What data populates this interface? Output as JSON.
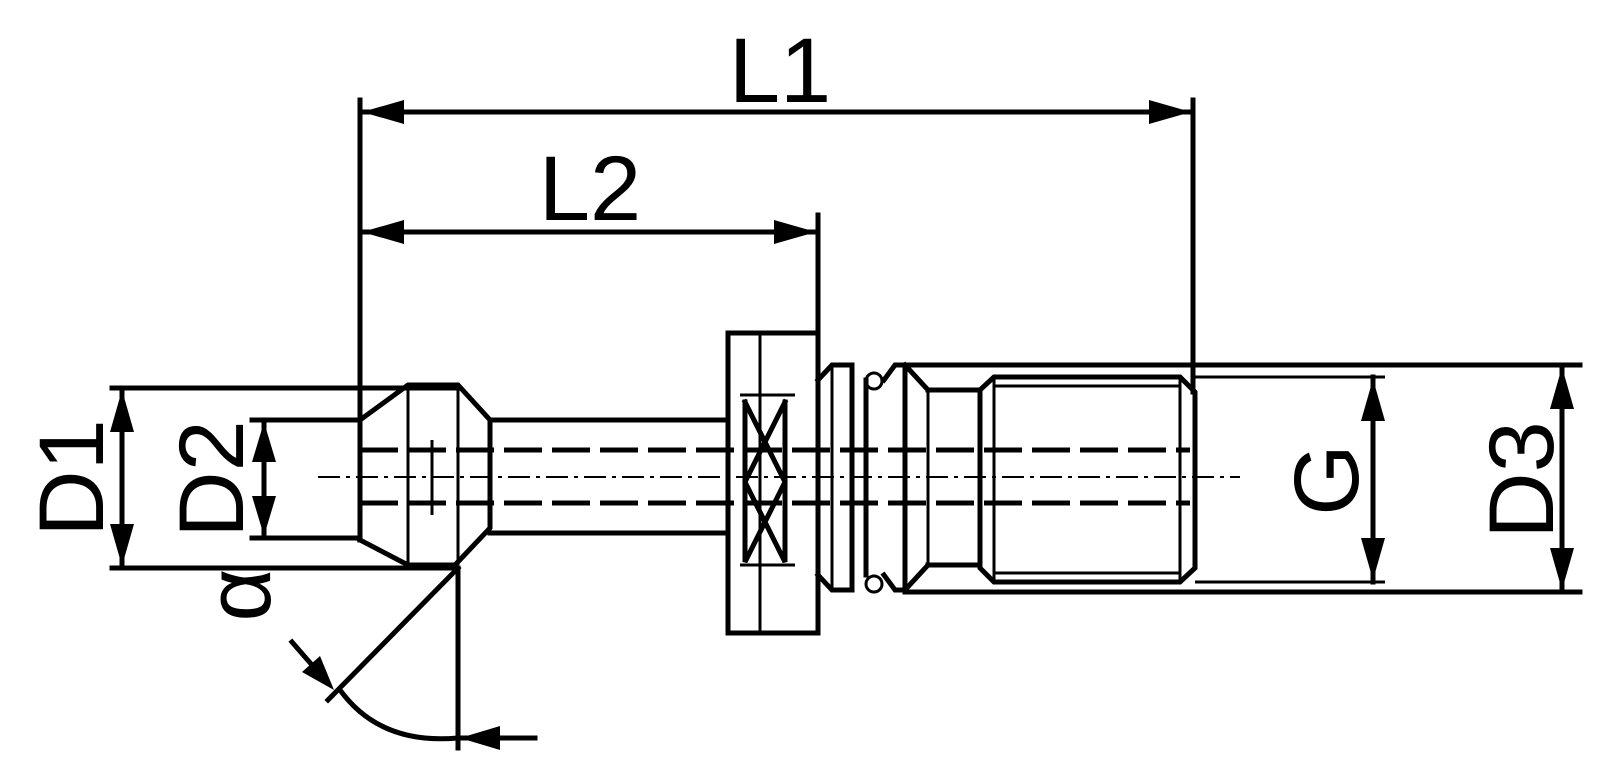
{
  "labels": {
    "L1": "L1",
    "L2": "L2",
    "D1": "D1",
    "D2": "D2",
    "D3": "D3",
    "G": "G",
    "alpha": "α"
  },
  "colors": {
    "line": "#000000",
    "background": "#ffffff"
  }
}
